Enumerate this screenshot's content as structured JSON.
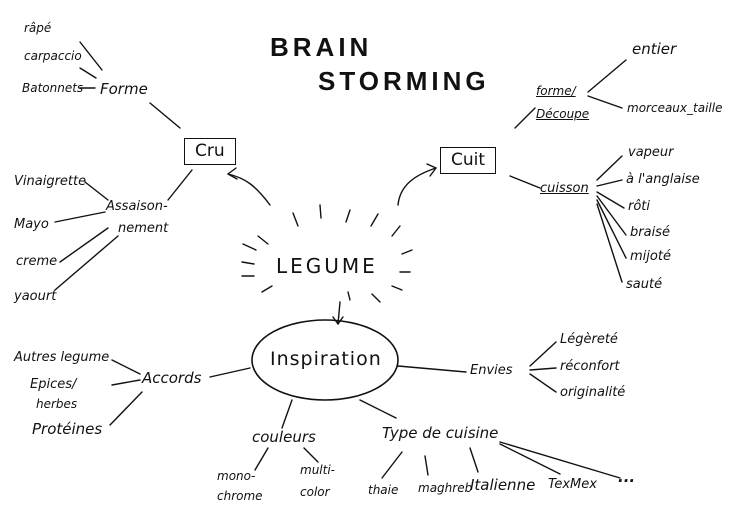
{
  "title": {
    "line1": "BRAIN",
    "line2": "STORMING"
  },
  "center": "LEGUME",
  "inspiration": "Inspiration",
  "cru": {
    "label": "Cru",
    "forme": {
      "label": "Forme",
      "items": [
        "râpé",
        "carpaccio",
        "Batonnets"
      ]
    },
    "assaisonnement": {
      "line1": "Assaison-",
      "line2": "nement",
      "items": [
        "Vinaigrette",
        "Mayo",
        "creme",
        "yaourt"
      ]
    }
  },
  "cuit": {
    "label": "Cuit",
    "forme": {
      "line1": "forme/",
      "line2": "Découpe",
      "items": [
        "entier",
        "morceaux_taille"
      ]
    },
    "cuisson": {
      "label": "cuisson",
      "items": [
        "vapeur",
        "à l'anglaise",
        "rôti",
        "braisé",
        "mijoté",
        "sauté"
      ]
    }
  },
  "accords": {
    "label": "Accords",
    "items": [
      "Autres legume",
      "Epices/",
      "herbes",
      "Protéines"
    ]
  },
  "envies": {
    "label": "Envies",
    "items": [
      "Légèreté",
      "réconfort",
      "originalité"
    ]
  },
  "couleurs": {
    "label": "couleurs",
    "items": [
      "mono-",
      "chrome",
      "multi-",
      "color"
    ]
  },
  "types": {
    "label": "Type de cuisine",
    "items": [
      "thaie",
      "maghreb",
      "Italienne",
      "TexMex",
      "..."
    ]
  }
}
